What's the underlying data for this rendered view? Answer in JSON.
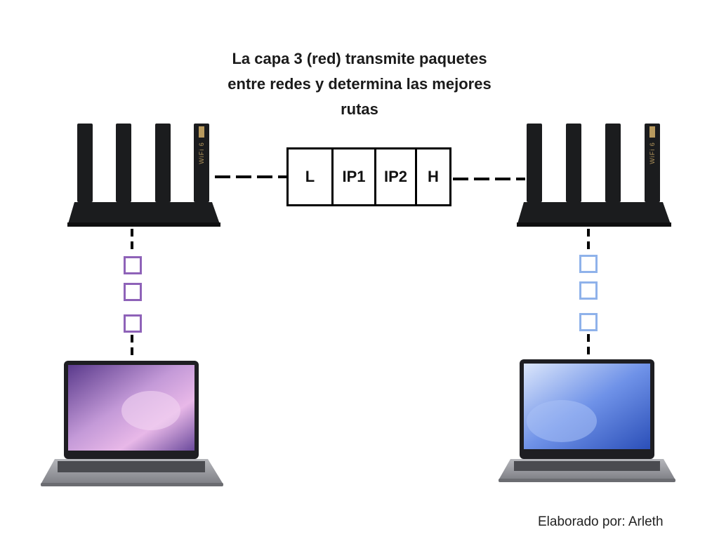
{
  "title": "La capa 3 (red) transmite paquetes entre redes y determina las mejores rutas",
  "packet": {
    "fields": [
      "L",
      "IP1",
      "IP2",
      "H"
    ]
  },
  "footer": "Elaborado por: Arleth",
  "router_badge": "WiFi 6",
  "colors": {
    "left_packets": "#8e62b8",
    "right_packets": "#8fb2ea",
    "router": "#1b1c1e",
    "laptop_body": "#8a8b90"
  },
  "icons": [
    "router-icon",
    "laptop-icon"
  ]
}
